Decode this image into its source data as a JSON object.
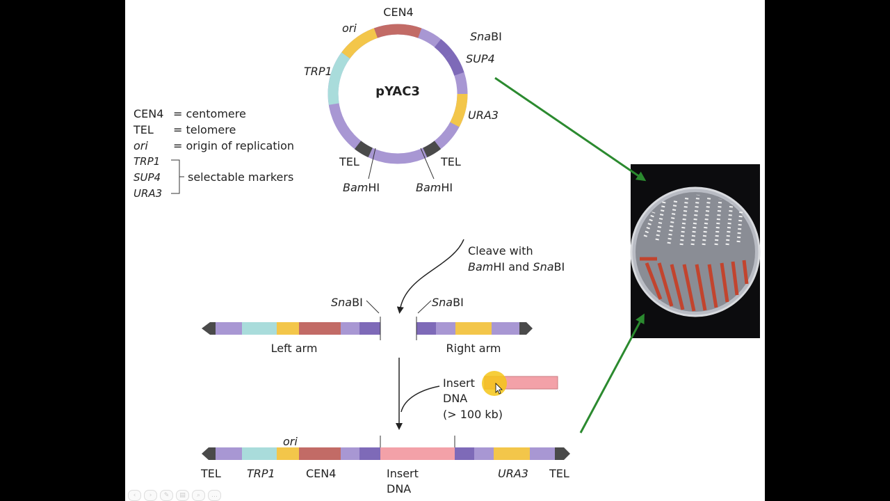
{
  "plasmid": {
    "name": "pYAC3",
    "labels": {
      "cen4": "CEN4",
      "ori": "ori",
      "snabi_pre": "Sna",
      "snabi_post": "BI",
      "sup4": "SUP4",
      "trp1": "TRP1",
      "ura3": "URA3",
      "tel": "TEL",
      "bamhi_pre": "Bam",
      "bamhi_post": "HI"
    }
  },
  "legend": {
    "rows": [
      {
        "term": "CEN4",
        "def": "= centomere"
      },
      {
        "term": "TEL",
        "def": "= telomere"
      },
      {
        "term": "ori",
        "def": "= origin of replication"
      }
    ],
    "markers": [
      "TRP1",
      "SUP4",
      "URA3"
    ],
    "markers_label": "selectable markers"
  },
  "steps": {
    "cleave_line1": "Cleave with",
    "cleave_bam": "Bam",
    "cleave_hi": "HI and ",
    "cleave_sna": "Sna",
    "cleave_bi": "BI",
    "insert_line1": "Insert",
    "insert_line2": "DNA",
    "insert_line3": "(> 100 kb)"
  },
  "arms": {
    "left": "Left arm",
    "right": "Right arm",
    "snabi_pre": "Sna",
    "snabi_post": "BI"
  },
  "final": {
    "tel": "TEL",
    "trp1": "TRP1",
    "ori": "ori",
    "cen4": "CEN4",
    "insert_line1": "Insert",
    "insert_line2": "DNA",
    "ura3": "URA3"
  },
  "colors": {
    "purple": "#a897d3",
    "dark_purple": "#7e6ab8",
    "cyan": "#a9dcdb",
    "yellow": "#f3c64a",
    "red": "#c26b66",
    "pink": "#f3a1a8",
    "gray": "#4a4a4a",
    "arrow_green": "#2b8a2f"
  },
  "nav_icons": [
    "prev-icon",
    "next-icon",
    "pen-icon",
    "pages-icon",
    "zoom-icon",
    "more-icon"
  ]
}
